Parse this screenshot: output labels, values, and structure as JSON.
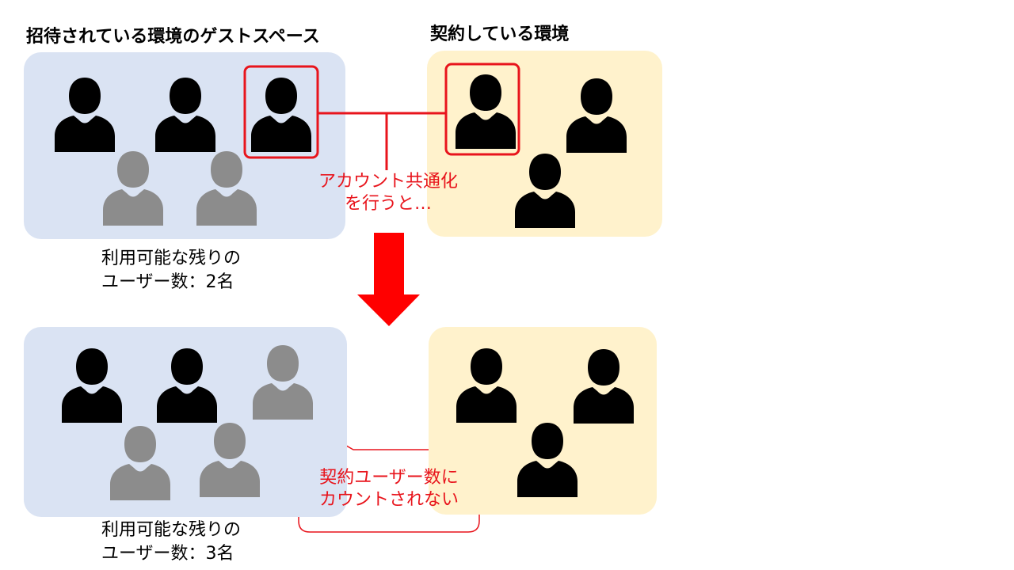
{
  "top": {
    "left_title": "招待されている環境のゲストスペース",
    "right_title": "契約している環境",
    "caption_line1": "利用可能な残りの",
    "caption_line2": "ユーザー数：2名",
    "annotation_line1": "アカウント共通化",
    "annotation_line2": "を行うと…"
  },
  "bottom": {
    "caption_line1": "利用可能な残りの",
    "caption_line2": "ユーザー数：3名",
    "callout_line1": "契約ユーザー数に",
    "callout_line2": "カウントされない"
  },
  "colors": {
    "guest_bg": "#dae3f3",
    "contract_bg": "#fff2cc",
    "highlight_red": "#e8141c",
    "active_user": "#000000",
    "inactive_user": "#8c8c8c"
  },
  "icons": {
    "user": "person-silhouette-icon",
    "arrow": "arrow-down-icon"
  }
}
